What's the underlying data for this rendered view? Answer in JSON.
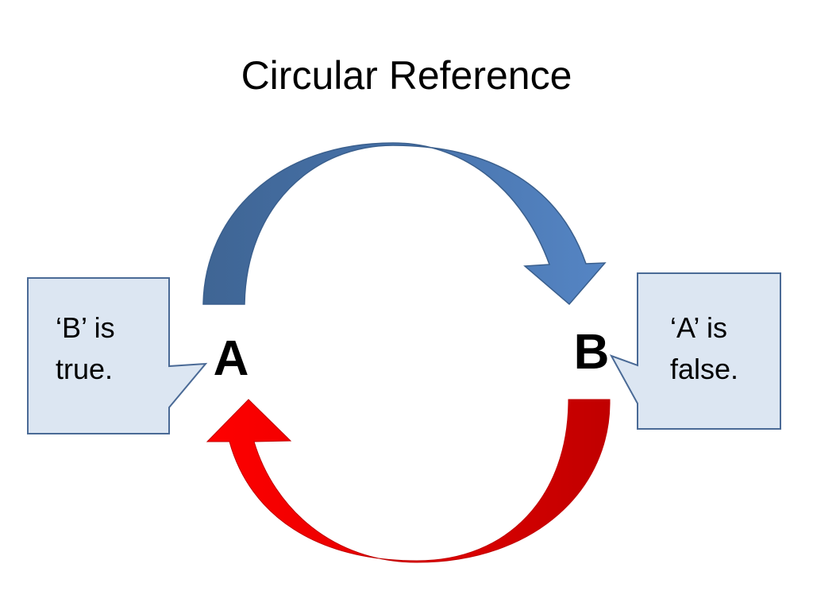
{
  "slide": {
    "title": "Circular Reference"
  },
  "nodes": {
    "a_label": "A",
    "b_label": "B"
  },
  "callouts": {
    "left": {
      "line1": "‘B’ is",
      "line2": "true."
    },
    "right": {
      "line1": "‘A’ is",
      "line2": "false."
    }
  },
  "colors": {
    "top_arrow_dark": "#3f6594",
    "top_arrow_light": "#5282c0",
    "top_arrow_stroke": "#3a5f8d",
    "bottom_arrow_bright": "#ff0000",
    "bottom_arrow_dark": "#c00000",
    "callout_fill": "#dce6f2",
    "callout_stroke": "#4a6a96"
  },
  "icons": {
    "top_arrow": "curved-arrow-a-to-b",
    "bottom_arrow": "curved-arrow-b-to-a"
  }
}
